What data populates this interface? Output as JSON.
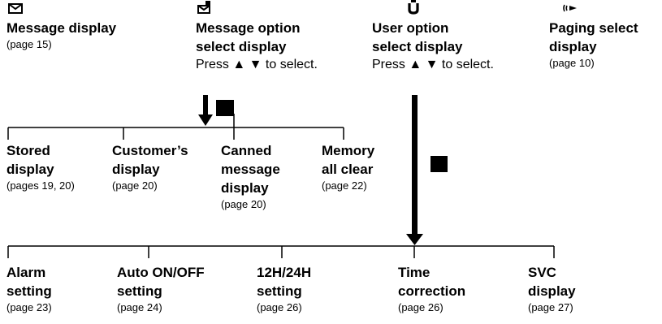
{
  "top": [
    {
      "icon": "envelope-icon",
      "title": [
        "Message display"
      ],
      "press": "",
      "ref": "(page 15)"
    },
    {
      "icon": "message-option-icon",
      "title": [
        "Message option",
        "select display"
      ],
      "press": "Press ▲ ▼ to select.",
      "ref": ""
    },
    {
      "icon": "user-icon",
      "title": [
        "User option",
        "select display"
      ],
      "press": "Press ▲ ▼ to select.",
      "ref": ""
    },
    {
      "icon": "paging-icon",
      "title": [
        "Paging select",
        "display"
      ],
      "press": "",
      "ref": "(page 10)"
    }
  ],
  "middle": [
    {
      "title": [
        "Stored",
        "display"
      ],
      "ref": "(pages 19, 20)"
    },
    {
      "title": [
        "Customer’s",
        "display"
      ],
      "ref": "(page 20)"
    },
    {
      "title": [
        "Canned",
        "message",
        "display"
      ],
      "ref": "(page 20)"
    },
    {
      "title": [
        "Memory",
        "all clear"
      ],
      "ref": "(page 22)"
    }
  ],
  "bottom": [
    {
      "title": [
        "Alarm",
        "setting"
      ],
      "ref": "(page 23)"
    },
    {
      "title": [
        "Auto ON/OFF",
        "setting"
      ],
      "ref": "(page 24)"
    },
    {
      "title": [
        "12H/24H",
        "setting"
      ],
      "ref": "(page 26)"
    },
    {
      "title": [
        "Time",
        "correction"
      ],
      "ref": "(page 26)"
    },
    {
      "title": [
        "SVC",
        "display"
      ],
      "ref": "(page 27)"
    }
  ]
}
